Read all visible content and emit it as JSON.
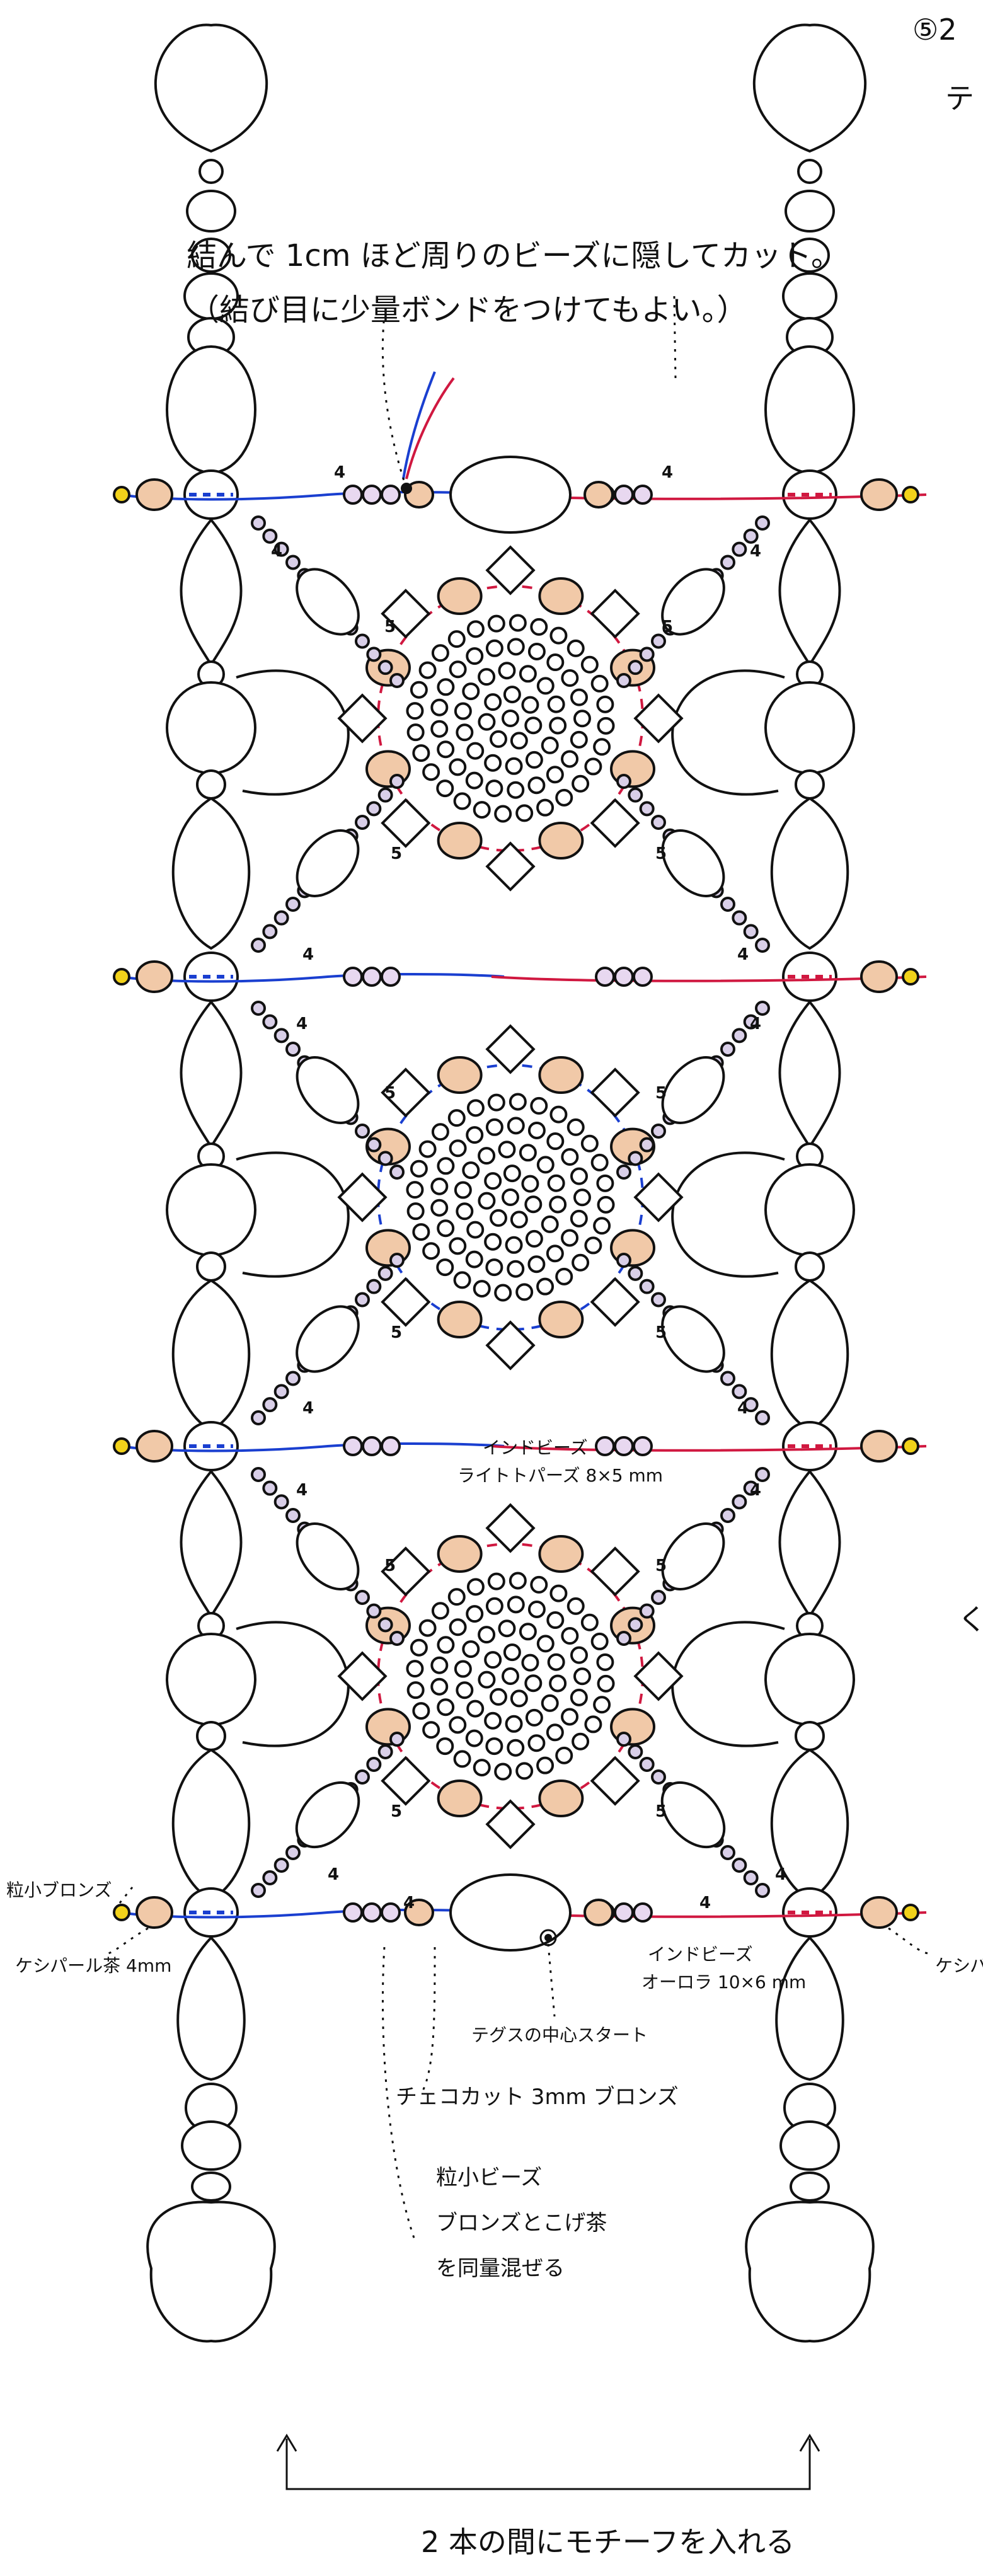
{
  "step": {
    "number": "⑤2",
    "sub": "テ"
  },
  "notes": {
    "knot_line1": "結んで 1cm ほど周りのビーズに隠してカット。",
    "knot_line2": "（結び目に少量ボンドをつけてもよい。）"
  },
  "labels": {
    "india_topaz_1": "インドビーズ",
    "india_topaz_2": "ライトトパーズ 8×5 mm",
    "small_bronze": "粒小ブロンズ",
    "keshi_pearl": "ケシパール茶 4mm",
    "keshi_right": "ケシパ",
    "india_aurora_1": "インドビーズ",
    "india_aurora_2": "オーロラ 10×6 mm",
    "center_start": "テグスの中心スタート",
    "czech_cut": "チェコカット 3mm ブロンズ",
    "seed_mix_1": "粒小ビーズ",
    "seed_mix_2": "ブロンズとこげ茶",
    "seed_mix_3": "を同量混ぜる",
    "bottom_note": "2 本の間にモチーフを入れる",
    "side_mark": "く"
  },
  "counts": [
    "4",
    "4",
    "4",
    "4",
    "5",
    "5",
    "5",
    "5",
    "4",
    "4",
    "4",
    "4",
    "5",
    "5",
    "5",
    "5",
    "4",
    "4",
    "4",
    "4",
    "5",
    "5",
    "5",
    "5",
    "4",
    "4",
    "4",
    "4"
  ],
  "colors": {
    "ink": "#111111",
    "blue": "#1a3fd0",
    "red": "#d01840",
    "bead_fill": "#f1c9a8",
    "bead_dark": "#3a2a6a",
    "yellow": "#f2d21a"
  }
}
